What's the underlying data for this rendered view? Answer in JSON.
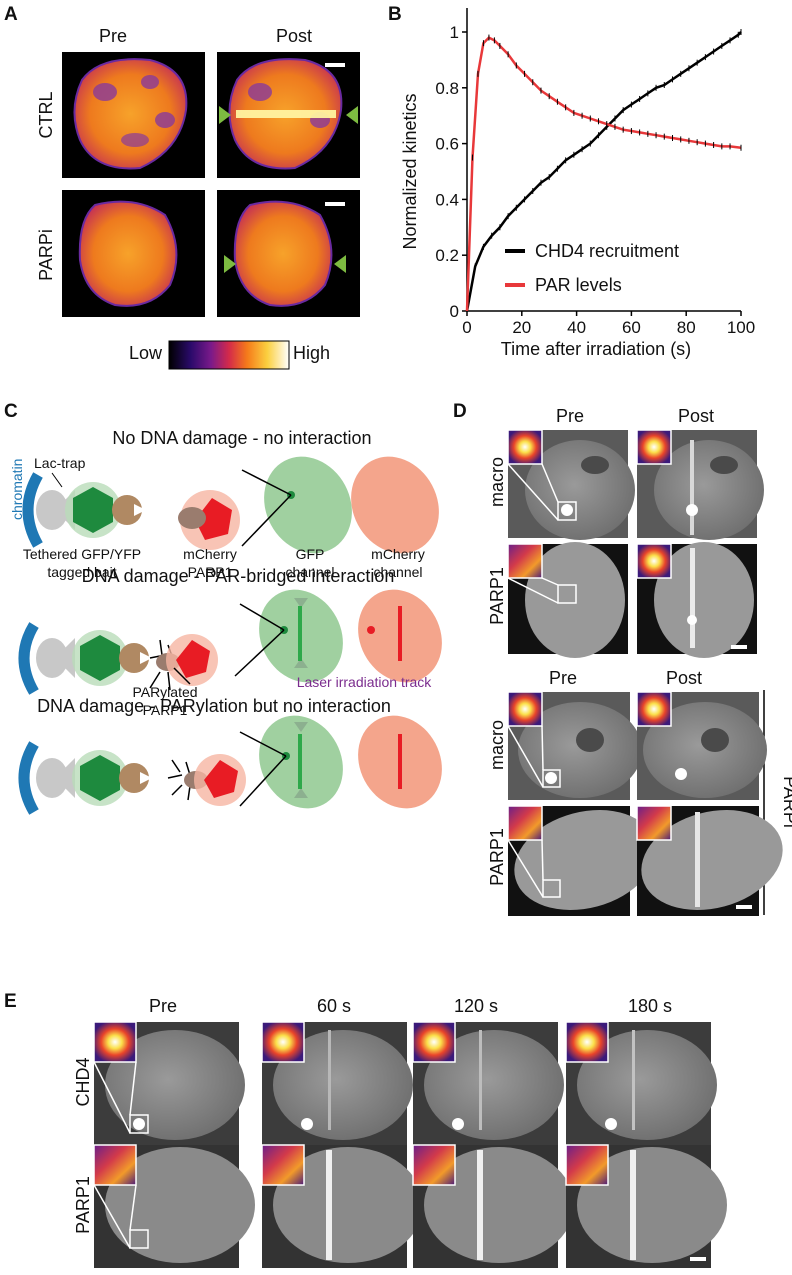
{
  "panel_letters": {
    "a": "A",
    "b": "B",
    "c": "C",
    "d": "D",
    "e": "E"
  },
  "panel_a": {
    "col_pre": "Pre",
    "col_post": "Post",
    "row_ctrl": "CTRL",
    "row_parpi": "PARPi",
    "scale_low": "Low",
    "scale_high": "High"
  },
  "chart_data": {
    "type": "line",
    "title": "",
    "xlabel": "Time after irradiation (s)",
    "ylabel": "Normalized kinetics",
    "xlim": [
      0,
      100
    ],
    "ylim": [
      0,
      1
    ],
    "xticks": [
      "0",
      "20",
      "40",
      "60",
      "80",
      "100"
    ],
    "yticks": [
      "0",
      "0.2",
      "0.4",
      "0.6",
      "0.8",
      "1"
    ],
    "legend_placement": "bottom-right",
    "series": [
      {
        "name": "CHD4 recruitment",
        "color": "#000000",
        "x": [
          0,
          3,
          6,
          9,
          12,
          15,
          18,
          21,
          24,
          27,
          30,
          33,
          36,
          39,
          42,
          45,
          48,
          51,
          54,
          57,
          60,
          63,
          66,
          69,
          72,
          75,
          78,
          81,
          84,
          87,
          90,
          93,
          96,
          99,
          100
        ],
        "y": [
          0,
          0.16,
          0.23,
          0.27,
          0.3,
          0.34,
          0.37,
          0.4,
          0.43,
          0.46,
          0.48,
          0.51,
          0.54,
          0.56,
          0.58,
          0.6,
          0.63,
          0.66,
          0.69,
          0.72,
          0.74,
          0.76,
          0.78,
          0.8,
          0.81,
          0.83,
          0.85,
          0.87,
          0.89,
          0.91,
          0.93,
          0.95,
          0.97,
          0.99,
          1.0
        ]
      },
      {
        "name": "PAR levels",
        "color": "#e8383a",
        "x": [
          0,
          2,
          4,
          6,
          8,
          10,
          12,
          15,
          18,
          21,
          24,
          27,
          30,
          33,
          36,
          39,
          42,
          45,
          48,
          51,
          54,
          57,
          60,
          63,
          66,
          69,
          72,
          75,
          78,
          81,
          84,
          87,
          90,
          93,
          96,
          100
        ],
        "y": [
          0,
          0.55,
          0.85,
          0.96,
          0.98,
          0.97,
          0.95,
          0.92,
          0.88,
          0.85,
          0.82,
          0.79,
          0.77,
          0.75,
          0.73,
          0.71,
          0.7,
          0.69,
          0.68,
          0.67,
          0.66,
          0.65,
          0.645,
          0.64,
          0.635,
          0.63,
          0.625,
          0.62,
          0.615,
          0.61,
          0.605,
          0.6,
          0.595,
          0.59,
          0.59,
          0.585
        ]
      }
    ]
  },
  "panel_c": {
    "title1": "No DNA damage - no interaction",
    "title2": "DNA damage - PAR-bridged interaction",
    "title3": "DNA damage - PARylation but no interaction",
    "chromatin": "chromatin",
    "lac_trap": "Lac-trap",
    "bait_line1": "Tethered GFP/YFP",
    "bait_line2": "tagged bait",
    "mcherry_line1": "mCherry",
    "mcherry_line2": "PARP1",
    "gfp_line1": "GFP",
    "gfp_line2": "channel",
    "mch_line1": "mCherry",
    "mch_line2": "channel",
    "parylated_line1": "PARylated",
    "parylated_line2": "PARP1",
    "laser_track": "Laser irradiation track"
  },
  "panel_d": {
    "col_pre": "Pre",
    "col_post": "Post",
    "row_macro": "macro",
    "row_parp1": "PARP1",
    "side_parpi": "PARPi"
  },
  "panel_e": {
    "col_pre": "Pre",
    "col_60": "60 s",
    "col_120": "120 s",
    "col_180": "180 s",
    "row_chd4": "CHD4",
    "row_parp1": "PARP1"
  },
  "colors": {
    "gfp_green": "#8fc88f",
    "mcherry_red": "#f4a58c",
    "chromatin_blue": "#1f78b4",
    "laser_purple": "#7b2d8e",
    "arrow_green": "#7dbb41"
  }
}
